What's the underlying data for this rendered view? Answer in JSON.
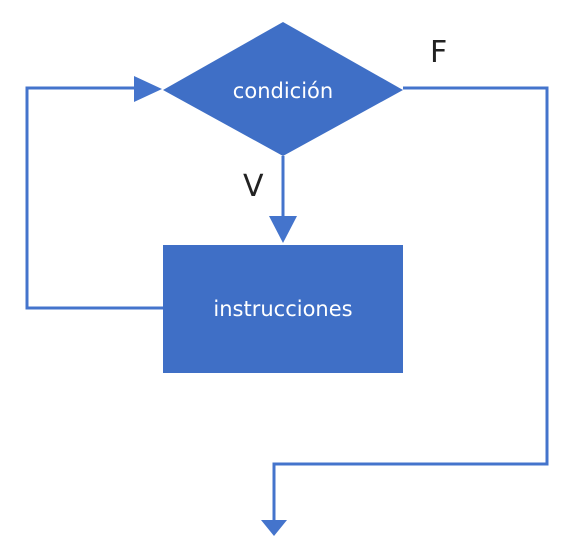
{
  "diagram": {
    "type": "flowchart-while-loop",
    "colors": {
      "shape_fill": "#3f6fc6",
      "shape_border": "#3161b8",
      "connector": "#4474cc",
      "label_text": "#ffffff",
      "edge_label_text": "#222222"
    },
    "nodes": {
      "condition": {
        "label": "condición",
        "shape": "diamond"
      },
      "instructions": {
        "label": "instrucciones",
        "shape": "rectangle"
      }
    },
    "edges": {
      "true_branch": {
        "label": "V"
      },
      "false_branch": {
        "label": "F"
      }
    }
  }
}
